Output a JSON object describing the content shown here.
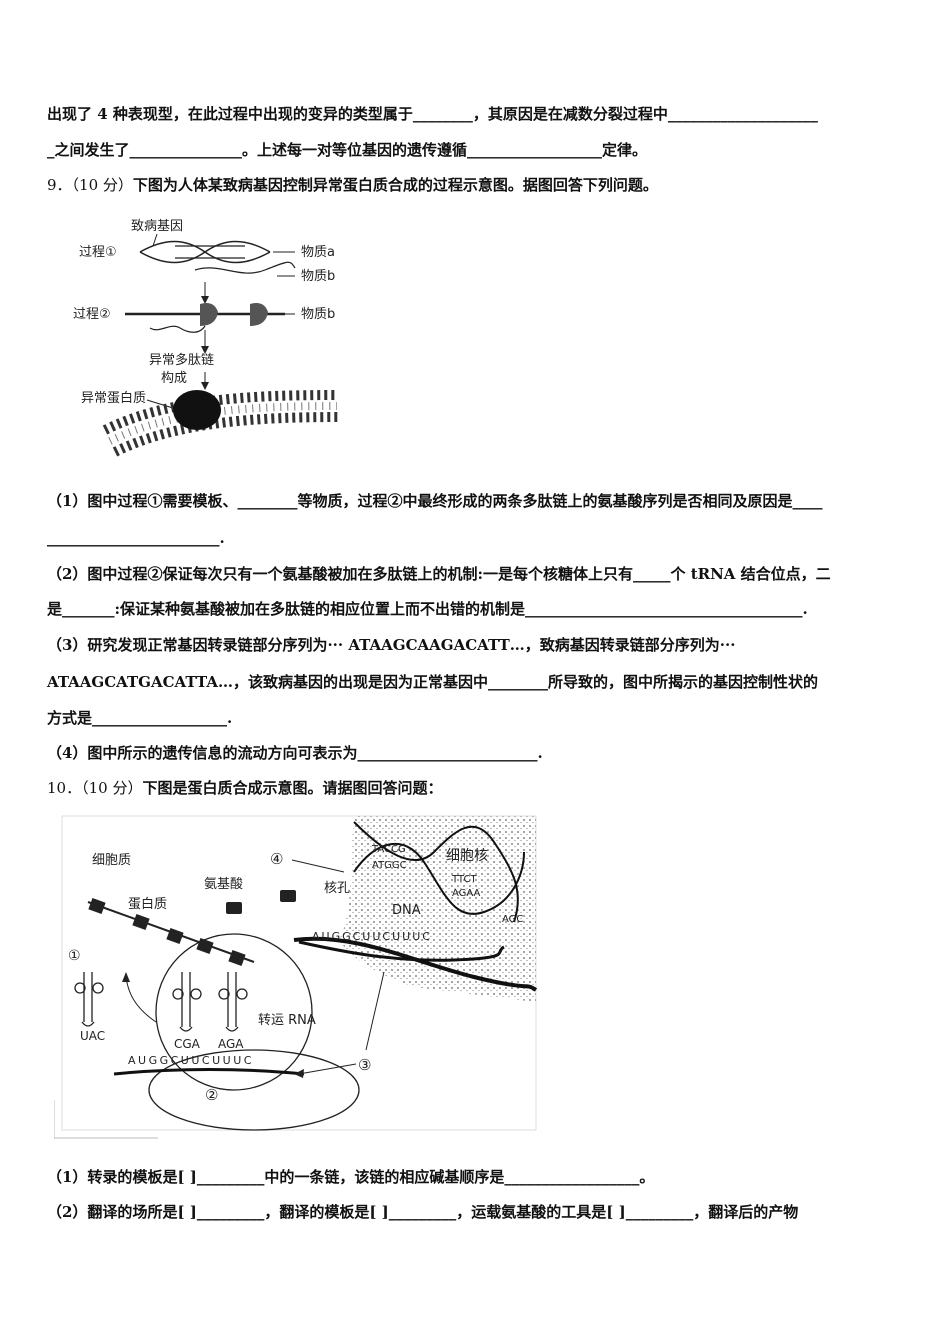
{
  "lines": {
    "l1": "出现了 4 种表现型，在此过程中出现的变异的类型属于________，其原因是在减数分裂过程中____________________",
    "l2": "_之间发生了_______________。上述每一对等位基因的遗传遵循__________________定律。",
    "q9_num": "9．（10 分）",
    "q9_text": "下图为人体某致病基因控制异常蛋白质合成的过程示意图。据图回答下列问题。",
    "q9_1a": "（1）图中过程①需要模板、________等物质，过程②中最终形成的两条多肽链上的氨基酸序列是否相同及原因是____",
    "q9_1b": "_______________________.",
    "q9_2a": "（2）图中过程②保证每次只有一个氨基酸被加在多肽链上的机制:一是每个核糖体上只有_____个 tRNA 结合位点，二",
    "q9_2b": "是_______:保证某种氨基酸被加在多肽链的相应位置上而不出错的机制是_____________________________________.",
    "q9_3a": "（3）研究发现正常基因转录链部分序列为··· ATAAGCAAGACATT…，致病基因转录链部分序列为···",
    "q9_3b": "ATAAGCATGACATTA…，该致病基因的出现是因为正常基因中________所导致的，图中所揭示的基因控制性状的",
    "q9_3c": "方式是__________________.",
    "q9_4": "（4）图中所示的遗传信息的流动方向可表示为________________________.",
    "q10_num": "10．（10 分）",
    "q10_text": "下图是蛋白质合成示意图。请据图回答问题：",
    "q10_1": "（1）转录的模板是[   ]_________中的一条链，该链的相应碱基顺序是__________________。",
    "q10_2": "（2）翻译的场所是[   ]_________，翻译的模板是[   ]_________，运载氨基酸的工具是[   ]_________，翻译后的产物"
  },
  "fig1": {
    "gene": "致病基因",
    "proc1": "过程①",
    "proc2": "过程②",
    "sub_a": "物质a",
    "sub_b1": "物质b",
    "sub_b2": "物质b",
    "peptide": "异常多肽链",
    "form": "构成",
    "protein": "异常蛋白质"
  },
  "fig2": {
    "cytoplasm": "细胞质",
    "nucleus": "细胞核",
    "pore": "核孔",
    "dna": "DNA",
    "amino": "氨基酸",
    "protein": "蛋白质",
    "trna": "转运 RNA",
    "n1": "①",
    "n2": "②",
    "n3": "③",
    "n4": "④",
    "uac": "UAC",
    "cga": "CGA",
    "aga": "AGA",
    "mrna_bottom": "AUGGCUUCUUUC",
    "mrna_top": "AUGGCUUCUUUC",
    "dna_top": "TACCG",
    "dna_bot": "ATGGC",
    "dna_top2": "TTCT",
    "dna_bot2": "AGAA",
    "dna_right": "AGC"
  }
}
